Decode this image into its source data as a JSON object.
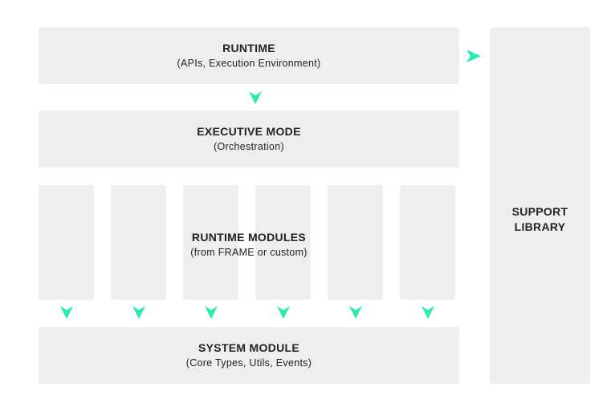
{
  "colors": {
    "box": "#eeeeee",
    "arrow": "#2ee8b0",
    "text": "#222222"
  },
  "runtime": {
    "title": "RUNTIME",
    "subtitle": "(APIs, Execution Environment)"
  },
  "executive": {
    "title": "EXECUTIVE MODE",
    "subtitle": "(Orchestration)"
  },
  "modules": {
    "title": "RUNTIME MODULES",
    "subtitle": "(from FRAME or custom)",
    "count": 6
  },
  "system": {
    "title": "SYSTEM MODULE",
    "subtitle": "(Core Types, Utils, Events)"
  },
  "support": {
    "title_line1": "SUPPORT",
    "title_line2": "LIBRARY"
  }
}
